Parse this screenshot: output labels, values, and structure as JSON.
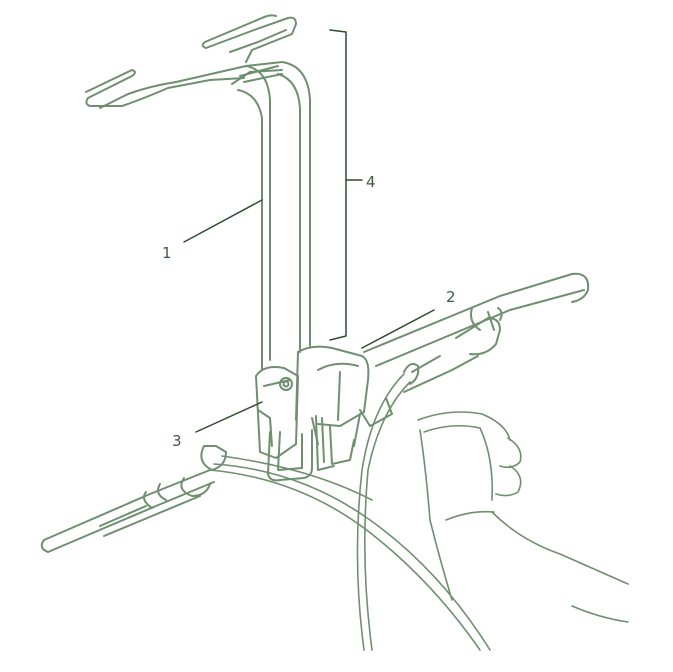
{
  "diagram": {
    "colors": {
      "stroke": "#6f8f6f",
      "callout": "#2f4a2f",
      "label": "#3f5a3f"
    },
    "callouts": [
      {
        "id": "1",
        "text": "1",
        "part": "upright-wire-frame"
      },
      {
        "id": "2",
        "text": "2",
        "part": "handlebar-clamp"
      },
      {
        "id": "3",
        "text": "3",
        "part": "hinge-bracket"
      },
      {
        "id": "4",
        "text": "4",
        "part": "frame-height-bracket"
      }
    ]
  }
}
